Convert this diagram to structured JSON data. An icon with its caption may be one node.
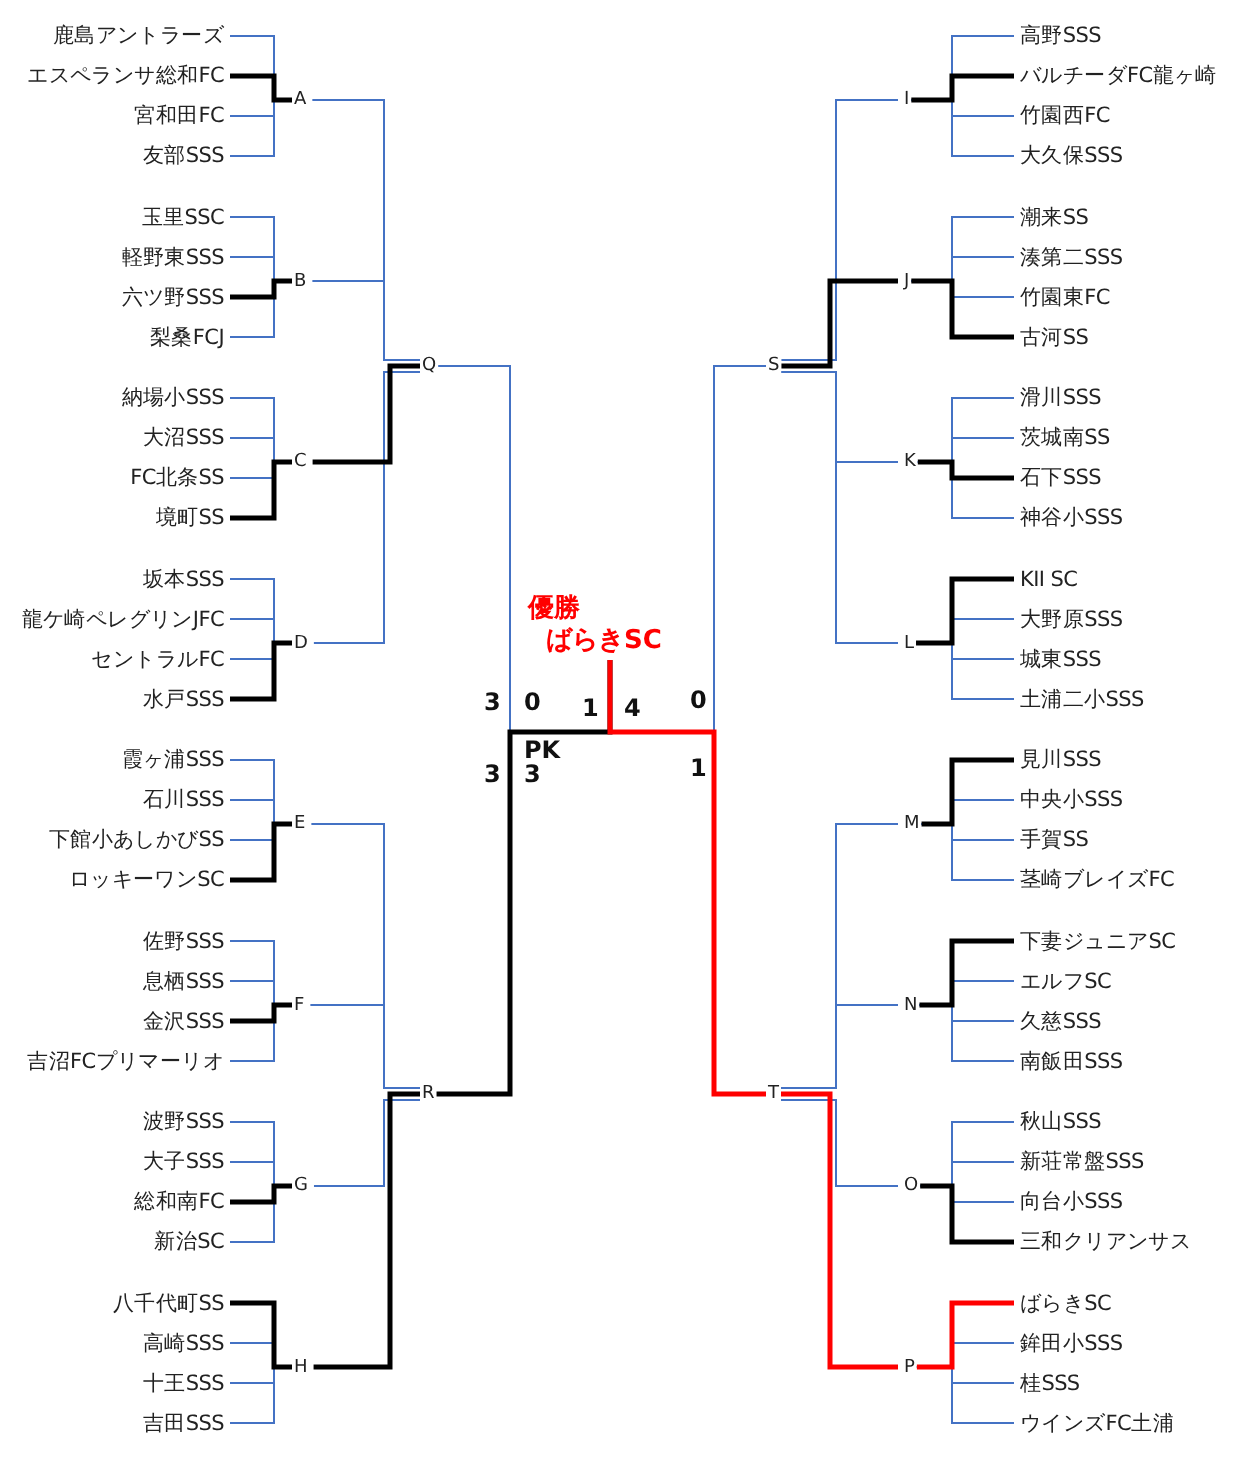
{
  "diagram": {
    "nodes": [
      {
        "text": [
          "鹿島アントラーズ"
        ]
      },
      {
        "text": [
          "エスペランサ総和FC"
        ]
      },
      {
        "text": [
          "宮和田FC"
        ]
      },
      {
        "text": [
          "友部SSS"
        ]
      },
      {
        "text": [
          "玉里SSC"
        ]
      },
      {
        "text": [
          "軽野東SSS"
        ]
      },
      {
        "text": [
          "六ツ野SSS"
        ]
      },
      {
        "text": [
          "梨桑FCJ"
        ]
      },
      {
        "text": [
          "納場小SSS"
        ]
      },
      {
        "text": [
          "大沼SSS"
        ]
      },
      {
        "text": [
          "FC北条SS"
        ]
      },
      {
        "text": [
          "境町SS"
        ]
      },
      {
        "text": [
          "坂本SSS"
        ]
      },
      {
        "text": [
          "龍ケ崎ペレグリンJFC"
        ]
      },
      {
        "text": [
          "セントラルFC"
        ]
      },
      {
        "text": [
          "水戸SSS"
        ]
      },
      {
        "text": [
          "霞ヶ浦SSS"
        ]
      },
      {
        "text": [
          "石川SSS"
        ]
      },
      {
        "text": [
          "下館小あしかびSS"
        ]
      },
      {
        "text": [
          "ロッキーワンSC"
        ]
      },
      {
        "text": [
          "佐野SSS"
        ]
      },
      {
        "text": [
          "息栖SSS"
        ]
      },
      {
        "text": [
          "金沢SSS"
        ]
      },
      {
        "text": [
          "吉沼FCプリマーリオ"
        ]
      },
      {
        "text": [
          "波野SSS"
        ]
      },
      {
        "text": [
          "大子SSS"
        ]
      },
      {
        "text": [
          "総和南FC"
        ]
      },
      {
        "text": [
          "新治SC"
        ]
      },
      {
        "text": [
          "八千代町SS"
        ]
      },
      {
        "text": [
          "高崎SSS"
        ]
      },
      {
        "text": [
          "十王SSS"
        ]
      },
      {
        "text": [
          "吉田SSS"
        ]
      },
      {
        "text": [
          "高野SSS"
        ]
      },
      {
        "text": [
          "バルチーダFC龍ヶ崎"
        ]
      },
      {
        "text": [
          "竹園西FC"
        ]
      },
      {
        "text": [
          "大久保SSS"
        ]
      },
      {
        "text": [
          "潮来SS"
        ]
      },
      {
        "text": [
          "湊第二SSS"
        ]
      },
      {
        "text": [
          "竹園東FC"
        ]
      },
      {
        "text": [
          "古河SS"
        ]
      },
      {
        "text": [
          "滑川SSS"
        ]
      },
      {
        "text": [
          "茨城南SS"
        ]
      },
      {
        "text": [
          "石下SSS"
        ]
      },
      {
        "text": [
          "神谷小SSS"
        ]
      },
      {
        "text": [
          "KII SC"
        ]
      },
      {
        "text": [
          "大野原SSS"
        ]
      },
      {
        "text": [
          "城東SSS"
        ]
      },
      {
        "text": [
          "土浦二小SSS"
        ]
      },
      {
        "text": [
          "見川SSS"
        ]
      },
      {
        "text": [
          "中央小SSS"
        ]
      },
      {
        "text": [
          "手賀SS"
        ]
      },
      {
        "text": [
          "茎崎ブレイズFC"
        ]
      },
      {
        "text": [
          "下妻ジュニアSC"
        ]
      },
      {
        "text": [
          "エルフSC"
        ]
      },
      {
        "text": [
          "久慈SSS"
        ]
      },
      {
        "text": [
          "南飯田SSS"
        ]
      },
      {
        "text": [
          "秋山SSS"
        ]
      },
      {
        "text": [
          "新荘常盤SSS"
        ]
      },
      {
        "text": [
          "向台小SSS"
        ]
      },
      {
        "text": [
          "三和クリアンサス"
        ]
      },
      {
        "text": [
          "ばらきSC"
        ]
      },
      {
        "text": [
          "鉾田小SSS"
        ]
      },
      {
        "text": [
          "桂SSS"
        ]
      },
      {
        "text": [
          "ウインズFC土浦"
        ]
      },
      {
        "text": [
          "A"
        ]
      },
      {
        "text": [
          "B"
        ]
      },
      {
        "text": [
          "C"
        ]
      },
      {
        "text": [
          "D"
        ]
      },
      {
        "text": [
          "E"
        ]
      },
      {
        "text": [
          "F"
        ]
      },
      {
        "text": [
          "G"
        ]
      },
      {
        "text": [
          "H"
        ]
      },
      {
        "text": [
          "I"
        ]
      },
      {
        "text": [
          "J"
        ]
      },
      {
        "text": [
          "K"
        ]
      },
      {
        "text": [
          "L"
        ]
      },
      {
        "text": [
          "M"
        ]
      },
      {
        "text": [
          "N"
        ]
      },
      {
        "text": [
          "O"
        ]
      },
      {
        "text": [
          "P"
        ]
      },
      {
        "text": [
          "Q"
        ]
      },
      {
        "text": [
          "R"
        ]
      },
      {
        "text": [
          "S"
        ]
      },
      {
        "text": [
          "T"
        ]
      },
      {
        "text": [
          "優勝",
          "ばらきSC"
        ]
      }
    ],
    "edges": [
      {
        "from": 0,
        "to": 64,
        "arrow": "none"
      },
      {
        "from": 1,
        "to": 64,
        "arrow": "none",
        "style": "thick",
        "color": "#000000"
      },
      {
        "from": 2,
        "to": 64,
        "arrow": "none"
      },
      {
        "from": 3,
        "to": 64,
        "arrow": "none"
      },
      {
        "from": 4,
        "to": 65,
        "arrow": "none"
      },
      {
        "from": 5,
        "to": 65,
        "arrow": "none"
      },
      {
        "from": 6,
        "to": 65,
        "arrow": "none",
        "style": "thick",
        "color": "#000000"
      },
      {
        "from": 7,
        "to": 65,
        "arrow": "none"
      },
      {
        "from": 8,
        "to": 66,
        "arrow": "none"
      },
      {
        "from": 9,
        "to": 66,
        "arrow": "none"
      },
      {
        "from": 10,
        "to": 66,
        "arrow": "none"
      },
      {
        "from": 11,
        "to": 66,
        "arrow": "none",
        "style": "thick",
        "color": "#000000"
      },
      {
        "from": 12,
        "to": 67,
        "arrow": "none"
      },
      {
        "from": 13,
        "to": 67,
        "arrow": "none"
      },
      {
        "from": 14,
        "to": 67,
        "arrow": "none"
      },
      {
        "from": 15,
        "to": 67,
        "arrow": "none",
        "style": "thick",
        "color": "#000000"
      },
      {
        "from": 16,
        "to": 68,
        "arrow": "none"
      },
      {
        "from": 17,
        "to": 68,
        "arrow": "none"
      },
      {
        "from": 18,
        "to": 68,
        "arrow": "none"
      },
      {
        "from": 19,
        "to": 68,
        "arrow": "none",
        "style": "thick",
        "color": "#000000"
      },
      {
        "from": 20,
        "to": 69,
        "arrow": "none"
      },
      {
        "from": 21,
        "to": 69,
        "arrow": "none"
      },
      {
        "from": 22,
        "to": 69,
        "arrow": "none",
        "style": "thick",
        "color": "#000000"
      },
      {
        "from": 23,
        "to": 69,
        "arrow": "none"
      },
      {
        "from": 24,
        "to": 70,
        "arrow": "none"
      },
      {
        "from": 25,
        "to": 70,
        "arrow": "none"
      },
      {
        "from": 26,
        "to": 70,
        "arrow": "none",
        "style": "thick",
        "color": "#000000"
      },
      {
        "from": 27,
        "to": 70,
        "arrow": "none"
      },
      {
        "from": 28,
        "to": 71,
        "arrow": "none",
        "style": "thick",
        "color": "#000000"
      },
      {
        "from": 29,
        "to": 71,
        "arrow": "none"
      },
      {
        "from": 30,
        "to": 71,
        "arrow": "none"
      },
      {
        "from": 31,
        "to": 71,
        "arrow": "none"
      },
      {
        "from": 32,
        "to": 72,
        "arrow": "none"
      },
      {
        "from": 33,
        "to": 72,
        "arrow": "none",
        "style": "thick",
        "color": "#000000"
      },
      {
        "from": 34,
        "to": 72,
        "arrow": "none"
      },
      {
        "from": 35,
        "to": 72,
        "arrow": "none"
      },
      {
        "from": 36,
        "to": 73,
        "arrow": "none"
      },
      {
        "from": 37,
        "to": 73,
        "arrow": "none"
      },
      {
        "from": 38,
        "to": 73,
        "arrow": "none"
      },
      {
        "from": 39,
        "to": 73,
        "arrow": "none",
        "style": "thick",
        "color": "#000000"
      },
      {
        "from": 40,
        "to": 74,
        "arrow": "none"
      },
      {
        "from": 41,
        "to": 74,
        "arrow": "none"
      },
      {
        "from": 42,
        "to": 74,
        "arrow": "none",
        "style": "thick",
        "color": "#000000"
      },
      {
        "from": 43,
        "to": 74,
        "arrow": "none"
      },
      {
        "from": 44,
        "to": 75,
        "arrow": "none",
        "style": "thick",
        "color": "#000000"
      },
      {
        "from": 45,
        "to": 75,
        "arrow": "none"
      },
      {
        "from": 46,
        "to": 75,
        "arrow": "none"
      },
      {
        "from": 47,
        "to": 75,
        "arrow": "none"
      },
      {
        "from": 48,
        "to": 76,
        "arrow": "none",
        "style": "thick",
        "color": "#000000"
      },
      {
        "from": 49,
        "to": 76,
        "arrow": "none"
      },
      {
        "from": 50,
        "to": 76,
        "arrow": "none"
      },
      {
        "from": 51,
        "to": 76,
        "arrow": "none"
      },
      {
        "from": 52,
        "to": 77,
        "arrow": "none",
        "style": "thick",
        "color": "#000000"
      },
      {
        "from": 53,
        "to": 77,
        "arrow": "none"
      },
      {
        "from": 54,
        "to": 77,
        "arrow": "none"
      },
      {
        "from": 55,
        "to": 77,
        "arrow": "none"
      },
      {
        "from": 56,
        "to": 78,
        "arrow": "none"
      },
      {
        "from": 57,
        "to": 78,
        "arrow": "none"
      },
      {
        "from": 58,
        "to": 78,
        "arrow": "none"
      },
      {
        "from": 59,
        "to": 78,
        "arrow": "none",
        "style": "thick",
        "color": "#000000"
      },
      {
        "from": 60,
        "to": 79,
        "arrow": "none",
        "style": "thick",
        "color": "#ff0000"
      },
      {
        "from": 61,
        "to": 79,
        "arrow": "none"
      },
      {
        "from": 62,
        "to": 79,
        "arrow": "none"
      },
      {
        "from": 63,
        "to": 79,
        "arrow": "none"
      },
      {
        "from": 64,
        "to": 80,
        "arrow": "none"
      },
      {
        "from": 65,
        "to": 80,
        "arrow": "none"
      },
      {
        "from": 66,
        "to": 80,
        "arrow": "none",
        "style": "thick",
        "color": "#000000"
      },
      {
        "from": 67,
        "to": 80,
        "arrow": "none"
      },
      {
        "from": 68,
        "to": 81,
        "arrow": "none"
      },
      {
        "from": 69,
        "to": 81,
        "arrow": "none"
      },
      {
        "from": 70,
        "to": 81,
        "arrow": "none"
      },
      {
        "from": 71,
        "to": 81,
        "arrow": "none",
        "style": "thick",
        "color": "#000000"
      },
      {
        "from": 72,
        "to": 82,
        "arrow": "none"
      },
      {
        "from": 73,
        "to": 82,
        "arrow": "none",
        "style": "thick",
        "color": "#000000"
      },
      {
        "from": 74,
        "to": 82,
        "arrow": "none"
      },
      {
        "from": 75,
        "to": 82,
        "arrow": "none"
      },
      {
        "from": 76,
        "to": 83,
        "arrow": "none"
      },
      {
        "from": 77,
        "to": 83,
        "arrow": "none"
      },
      {
        "from": 78,
        "to": 83,
        "arrow": "none"
      },
      {
        "from": 79,
        "to": 83,
        "arrow": "none",
        "style": "thick",
        "color": "#ff0000"
      },
      {
        "from": 80,
        "to": 84,
        "arrow": "none"
      },
      {
        "from": 81,
        "to": 84,
        "arrow": "none",
        "style": "thick",
        "color": "#000000"
      },
      {
        "from": 82,
        "to": 84,
        "arrow": "none"
      },
      {
        "from": 83,
        "to": 84,
        "arrow": "none",
        "style": "thick",
        "color": "#ff0000"
      }
    ],
    "labels": [
      "3",
      "0",
      "1",
      "4",
      "0",
      "PK",
      "3",
      "3",
      "1"
    ]
  }
}
